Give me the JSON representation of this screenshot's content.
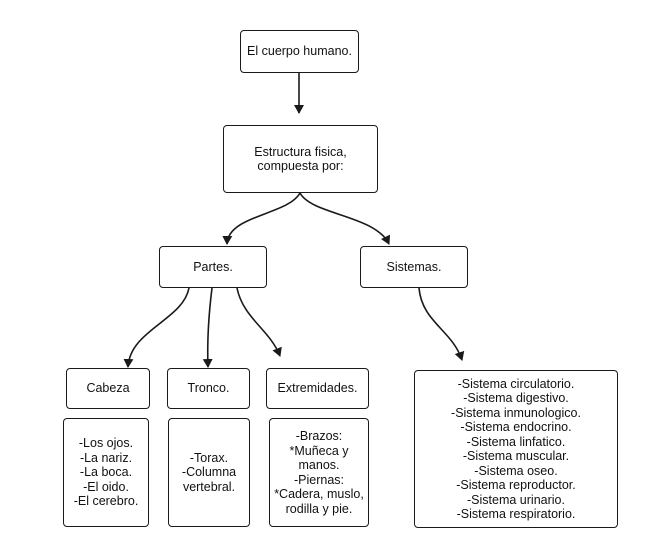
{
  "diagram": {
    "nodes": {
      "root": "El cuerpo humano.",
      "structure": "Estructura fisica,\ncompuesta por:",
      "parts": "Partes.",
      "systems": "Sistemas.",
      "head": "Cabeza",
      "trunk": "Tronco.",
      "limbs": "Extremidades.",
      "head_list": "-Los ojos.\n-La nariz.\n-La boca.\n-El oido.\n-El cerebro.",
      "trunk_list": "-Torax.\n-Columna\nvertebral.",
      "limbs_list": "-Brazos:\n*Muñeca y\nmanos.\n-Piernas:\n*Cadera, muslo,\nrodilla y pie.",
      "systems_list": "-Sistema circulatorio.\n-Sistema digestivo.\n-Sistema inmunologico.\n-Sistema endocrino.\n-Sistema linfatico.\n-Sistema muscular.\n-Sistema oseo.\n-Sistema reproductor.\n-Sistema urinario.\n-Sistema respiratorio."
    },
    "edges": [
      {
        "from": "root",
        "to": "structure"
      },
      {
        "from": "structure",
        "to": "parts"
      },
      {
        "from": "structure",
        "to": "systems"
      },
      {
        "from": "parts",
        "to": "head"
      },
      {
        "from": "parts",
        "to": "trunk"
      },
      {
        "from": "parts",
        "to": "limbs"
      },
      {
        "from": "systems",
        "to": "systems_list"
      }
    ],
    "colors": {
      "line": "#1a1a1a",
      "background": "#ffffff"
    }
  }
}
